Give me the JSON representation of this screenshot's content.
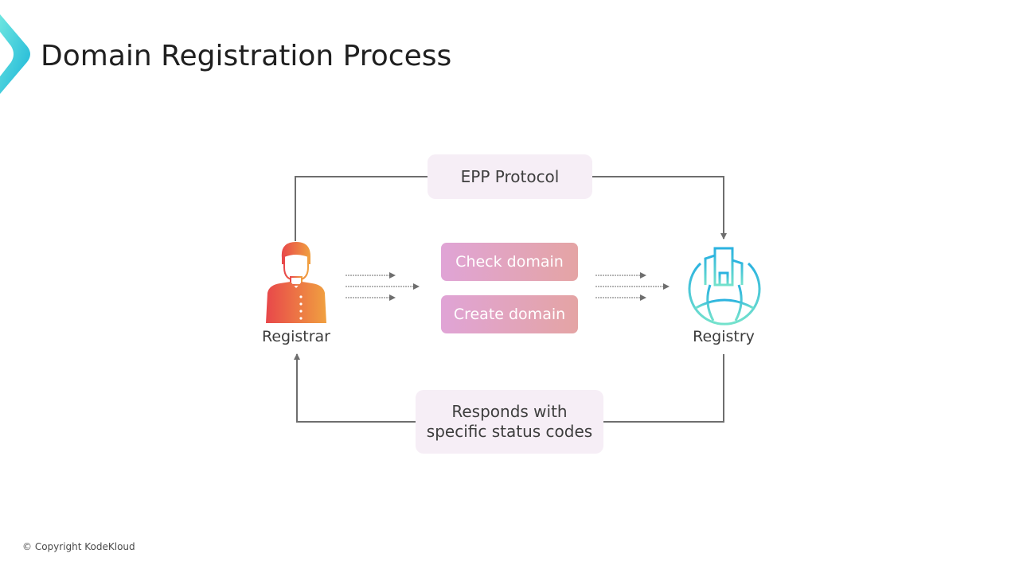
{
  "header": {
    "title": "Domain Registration Process",
    "logo_icon": "chevron-right-logo-icon"
  },
  "diagram": {
    "protocol_box": {
      "label": "EPP Protocol"
    },
    "registrar": {
      "label": "Registrar",
      "icon": "person-icon"
    },
    "registry": {
      "label": "Registry",
      "icon": "globe-building-icon"
    },
    "actions": [
      {
        "label": "Check domain"
      },
      {
        "label": "Create domain"
      }
    ],
    "response_box": {
      "line1": "Responds with",
      "line2": "specific status codes"
    },
    "colors": {
      "registrar_gradient": [
        "#e8474a",
        "#f0a040"
      ],
      "registry_gradient": [
        "#3ab8e0",
        "#6ee0d0"
      ],
      "action_gradient": [
        "#e0a4d6",
        "#e4a4a4"
      ],
      "box_background": "#f6eef6",
      "connector": "#6e6e6e"
    }
  },
  "footer": {
    "copyright": "© Copyright KodeKloud"
  }
}
